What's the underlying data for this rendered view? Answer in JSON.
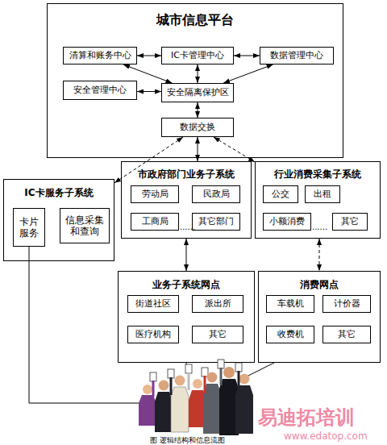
{
  "diagram": {
    "caption": "图 逻辑结构和信息流图",
    "nodes": [
      {
        "text": [
          "城市信息平台"
        ]
      },
      {
        "text": [
          "清算和账务中心"
        ],
        "in": 0
      },
      {
        "text": [
          "IC卡管理中心"
        ],
        "in": 0
      },
      {
        "text": [
          "数据管理中心"
        ],
        "in": 0
      },
      {
        "text": [
          "安全管理中心"
        ],
        "in": 0
      },
      {
        "text": [
          "安全隔离保护区"
        ],
        "in": 0
      },
      {
        "text": [
          "数据交换"
        ],
        "in": 0
      },
      {
        "text": [
          "IC卡服务子系统"
        ]
      },
      {
        "text": [
          "卡片服务"
        ],
        "in": 7
      },
      {
        "text": [
          "信息采集和查询"
        ],
        "in": 7
      },
      {
        "text": [
          "市政府部门业务子系统"
        ]
      },
      {
        "text": [
          "劳动局"
        ],
        "in": 10
      },
      {
        "text": [
          "民政局"
        ],
        "in": 10
      },
      {
        "text": [
          "工商局"
        ],
        "in": 10
      },
      {
        "text": [
          "其它部门"
        ],
        "in": 10
      },
      {
        "text": [
          "行业消费采集子系统"
        ]
      },
      {
        "text": [
          "公交"
        ],
        "in": 15
      },
      {
        "text": [
          "出租"
        ],
        "in": 15
      },
      {
        "text": [
          "小额消费"
        ],
        "in": 15
      },
      {
        "text": [
          "其它"
        ],
        "in": 15
      },
      {
        "text": [
          "业务子系统网点"
        ]
      },
      {
        "text": [
          "街道社区"
        ],
        "in": 20
      },
      {
        "text": [
          "派出所"
        ],
        "in": 20
      },
      {
        "text": [
          "医疗机构"
        ],
        "in": 20
      },
      {
        "text": [
          "其它"
        ],
        "in": 20
      },
      {
        "text": [
          "消费网点"
        ]
      },
      {
        "text": [
          "车载机"
        ],
        "in": 25
      },
      {
        "text": [
          "计价器"
        ],
        "in": 25
      },
      {
        "text": [
          "收费机"
        ],
        "in": 25
      },
      {
        "text": [
          "其它"
        ],
        "in": 25
      }
    ],
    "edges": [
      {
        "from": 1,
        "to": 2,
        "arrow": "both"
      },
      {
        "from": 2,
        "to": 3,
        "arrow": "both"
      },
      {
        "from": 1,
        "to": 5,
        "arrow": "both"
      },
      {
        "from": 3,
        "to": 5,
        "arrow": "both"
      },
      {
        "from": 2,
        "to": 5,
        "arrow": "both"
      },
      {
        "from": 4,
        "to": 5,
        "arrow": "both"
      },
      {
        "from": 5,
        "to": 6,
        "arrow": "both"
      },
      {
        "from": 6,
        "to": 7,
        "arrow": "both"
      },
      {
        "from": 6,
        "to": 10,
        "arrow": "both"
      },
      {
        "from": 6,
        "to": 15,
        "arrow": "both"
      },
      {
        "from": 10,
        "to": 20,
        "arrow": "both"
      },
      {
        "from": 15,
        "to": 25,
        "arrow": "both"
      }
    ],
    "labels": [
      "......",
      "......",
      "易迪拓培训",
      "www.edatop.com"
    ]
  }
}
